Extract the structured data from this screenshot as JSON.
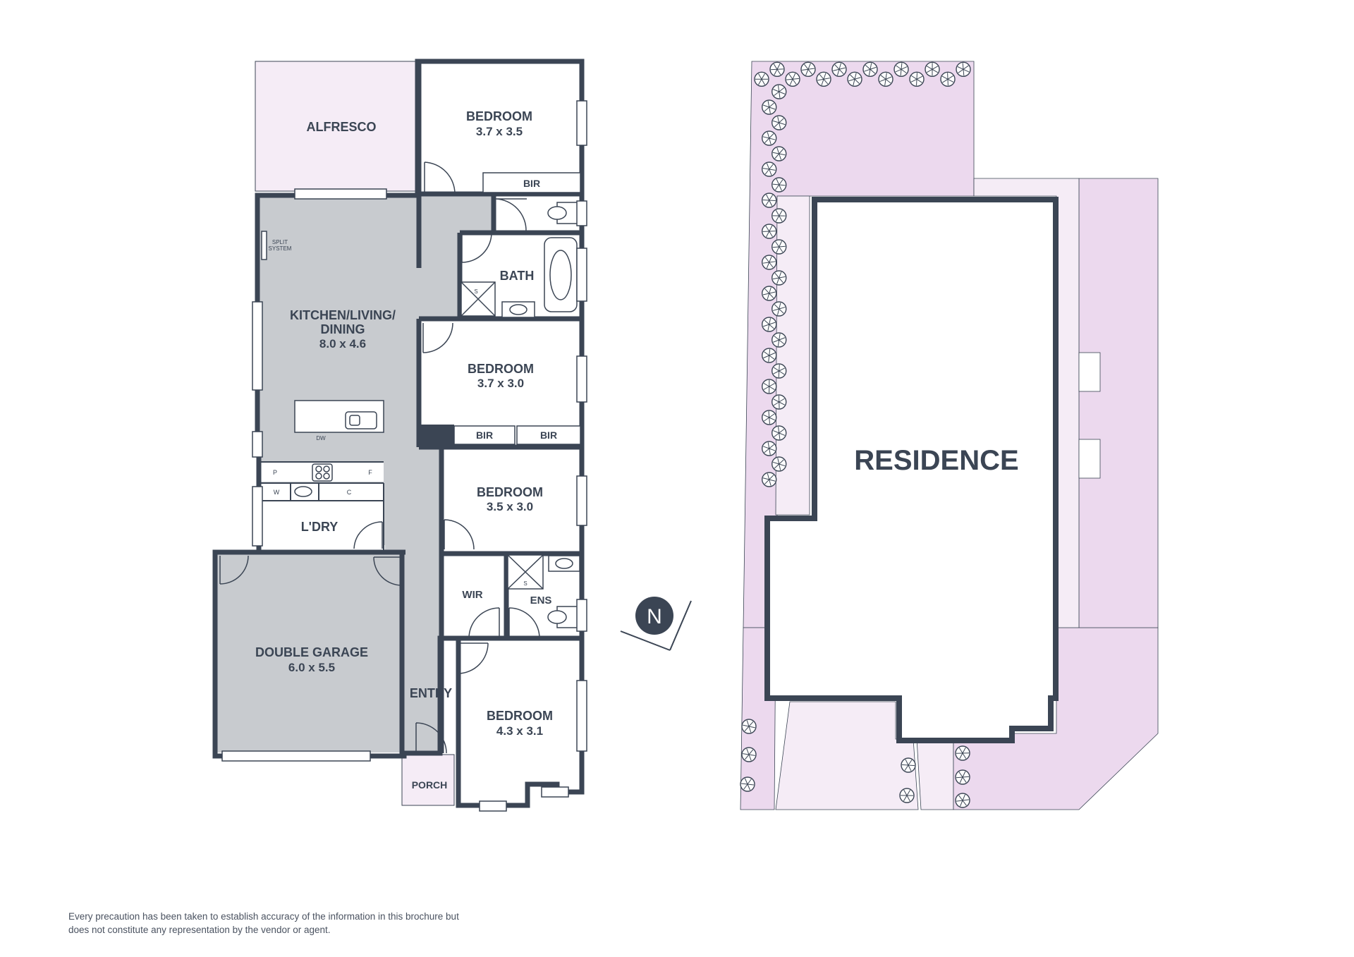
{
  "colors": {
    "wall": "#3b4554",
    "interior_grey": "#c8cbcf",
    "outdoor_pink": "#f5ecf6",
    "lot_pink": "#ecd9ee",
    "background": "#ffffff"
  },
  "rooms": {
    "alfresco": "ALFRESCO",
    "bedroom1": {
      "name": "BEDROOM",
      "size": "3.7 x 3.5"
    },
    "bir1": "BIR",
    "bath": "BATH",
    "split_system_line1": "SPLIT",
    "split_system_line2": "SYSTEM",
    "kitchen": {
      "line1": "KITCHEN/LIVING/",
      "line2": "DINING",
      "size": "8.0 x 4.6"
    },
    "bedroom2": {
      "name": "BEDROOM",
      "size": "3.7 x 3.0"
    },
    "bir2": "BIR",
    "bir3": "BIR",
    "bedroom3": {
      "name": "BEDROOM",
      "size": "3.5 x 3.0"
    },
    "dw": "DW",
    "pantry": "P",
    "fridge": "F",
    "washer": "W",
    "cupboard": "C",
    "laundry": "L'DRY",
    "garage": {
      "name": "DOUBLE GARAGE",
      "size": "6.0 x 5.5"
    },
    "wir": "WIR",
    "ens": "ENS",
    "shower_s1": "S",
    "shower_s2": "S",
    "entry": "ENTRY",
    "bedroom4": {
      "name": "BEDROOM",
      "size": "4.3 x 3.1"
    },
    "porch": "PORCH"
  },
  "site": {
    "residence": "RESIDENCE",
    "north": "N"
  },
  "disclaimer": "Every precaution has been taken to establish accuracy of the information in this brochure but does not constitute any representation by the vendor or agent."
}
